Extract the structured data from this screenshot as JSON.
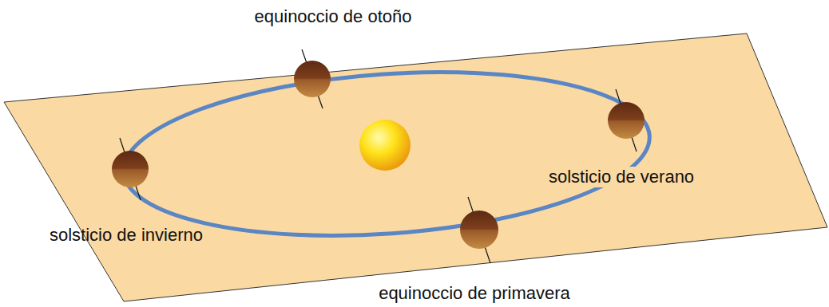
{
  "diagram": {
    "labels": [
      "equinoccio de otoño",
      "solsticio de verano",
      "solsticio de invierno",
      "equinoccio de primavera"
    ]
  }
}
